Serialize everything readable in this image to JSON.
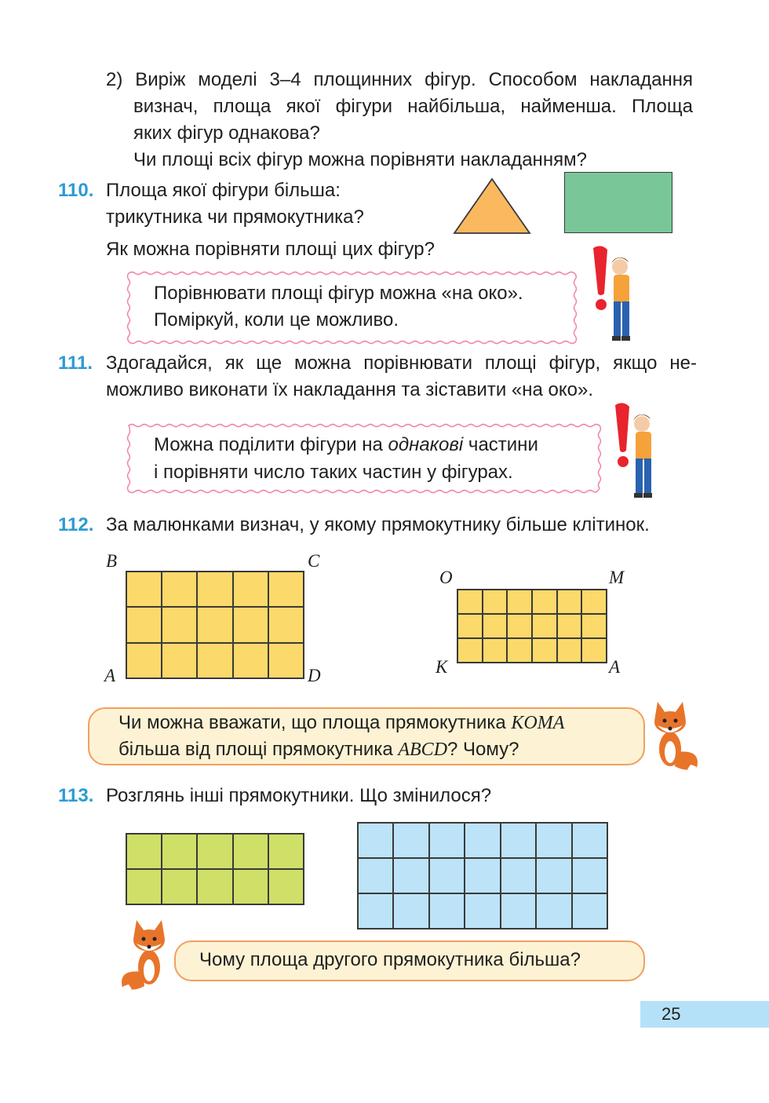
{
  "task_2": {
    "line1": "2) Виріж моделі 3–4 площинних фігур. Способом накладання",
    "line2": "визнач, площа якої фігури найбільша, найменша. Площа",
    "line3": "яких фігур однакова?",
    "line4": "Чи площі всіх фігур можна порівняти накладанням?"
  },
  "ex110": {
    "number": "110.",
    "line1": "Площа якої фігури більша:",
    "line2": "трикутника чи прямокутника?",
    "line3": "Як можна порівняти площі цих фігур?",
    "note_line1": "Порівнювати площі фігур можна «на око».",
    "note_line2": "Поміркуй, коли це можливо."
  },
  "ex111": {
    "number": "111.",
    "line1": "Здогадайся, як ще можна порівнювати площі фігур, якщо не-",
    "line2": "можливо виконати їх накладання та зіставити «на око».",
    "note_line1_a": "Можна поділити фігури на ",
    "note_line1_em": "однакові",
    "note_line1_b": " частини",
    "note_line2": "і порівняти число таких частин у фігурах."
  },
  "ex112": {
    "number": "112.",
    "line1": "За малюнками визнач, у якому прямокутнику більше клітинок.",
    "rect1": {
      "labels": {
        "tl": "B",
        "tr": "C",
        "bl": "A",
        "br": "D"
      },
      "cols": 5,
      "rows": 3
    },
    "rect2": {
      "labels": {
        "tl": "O",
        "tr": "M",
        "bl": "K",
        "br": "A"
      },
      "cols": 6,
      "rows": 3
    },
    "bubble_line1_a": "Чи можна вважати, що площа прямокутника ",
    "bubble_line1_var": "KOMA",
    "bubble_line2_a": "більша від площі прямокутника ",
    "bubble_line2_var": "ABCD",
    "bubble_line2_b": "? Чому?"
  },
  "ex113": {
    "number": "113.",
    "line1": "Розглянь інші прямокутники. Що змінилося?",
    "rect1": {
      "cols": 5,
      "rows": 2
    },
    "rect2": {
      "cols": 7,
      "rows": 3
    },
    "bubble": "Чому площа другого прямокутника більша?"
  },
  "colors": {
    "number_blue": "#2b9bd4",
    "triangle": "#fbb95f",
    "green_rect": "#79c799",
    "grid_yellow": "#fcd96b",
    "grid_green": "#cfdf68",
    "grid_blue": "#bde3f8",
    "bubble_fill": "#fdf3d4",
    "bubble_border": "#f0a060",
    "page_bar": "#b5e1f8"
  },
  "page_number": "25"
}
